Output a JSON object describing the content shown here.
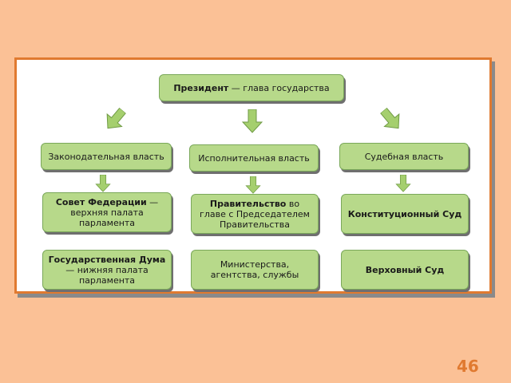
{
  "president": {
    "bold": "Президент",
    "rest": " — глава государства"
  },
  "branches": [
    {
      "label": "Законодательная власть"
    },
    {
      "label": "Исполнительная власть"
    },
    {
      "label": "Судебная власть"
    }
  ],
  "level2": [
    {
      "bold": "Совет Федерации",
      "rest": " — верхняя палата парламента"
    },
    {
      "bold": "Правительство",
      "rest": " во главе с Председателем Правительства"
    },
    {
      "bold": "Конституционный Суд",
      "rest": ""
    }
  ],
  "level3": [
    {
      "bold": "Государственная Дума",
      "rest": " — нижняя палата парламента"
    },
    {
      "bold": "",
      "rest": "Министерства, агентства, службы"
    },
    {
      "bold": "Верховный Суд",
      "rest": ""
    }
  ],
  "page_number": "46",
  "colors": {
    "box_fill": "#b7d98a",
    "box_border": "#7aa85a",
    "frame": "#e07a30",
    "background": "#fbc196",
    "arrow": "#a5cf6e"
  }
}
